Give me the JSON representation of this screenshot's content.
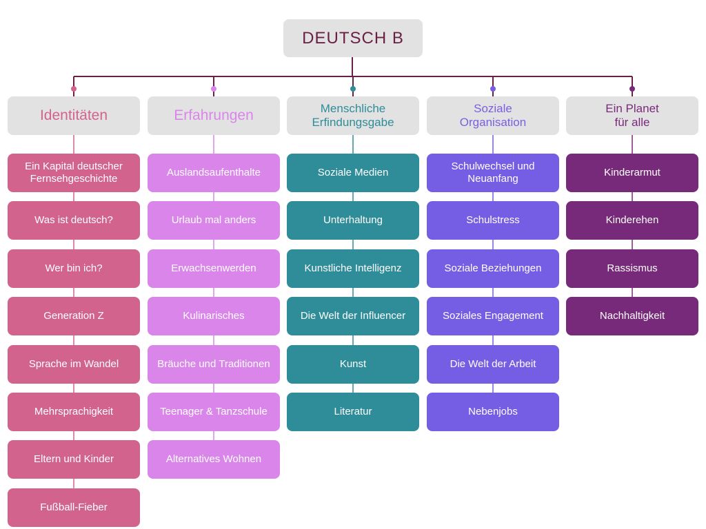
{
  "root": {
    "label": "DEUTSCH B"
  },
  "columns": [
    {
      "title": "Identitäten",
      "title_color": "#d2638c",
      "box_color": "#d2638c",
      "items": [
        "Ein Kapital deutscher\nFernsehgeschichte",
        "Was ist deutsch?",
        "Wer bin ich?",
        "Generation Z",
        "Sprache im Wandel",
        "Mehrsprachigkeit",
        "Eltern und Kinder",
        "Fußball-Fieber"
      ]
    },
    {
      "title": "Erfahrungen",
      "title_color": "#da85ea",
      "box_color": "#da85ea",
      "items": [
        "Auslandsaufenthalte",
        "Urlaub mal anders",
        "Erwachsenwerden",
        "Kulinarisches",
        "Bräuche und Traditionen",
        "Teenager & Tanzschule",
        "Alternatives Wohnen"
      ]
    },
    {
      "title": "Menschliche\nErfindungsgabe",
      "title_color": "#2e8d99",
      "box_color": "#2e8d99",
      "items": [
        "Soziale Medien",
        "Unterhaltung",
        "Kunstliche Intelligenz",
        "Die Welt der Influencer",
        "Kunst",
        "Literatur"
      ]
    },
    {
      "title": "Soziale\nOrganisation",
      "title_color": "#7a5fe0",
      "box_color": "#755ee4",
      "items": [
        "Schulwechsel und\nNeuanfang",
        "Schulstress",
        "Soziale Beziehungen",
        "Soziales Engagement",
        "Die Welt der Arbeit",
        "Nebenjobs"
      ]
    },
    {
      "title": "Ein Planet\nfür alle",
      "title_color": "#7a2a7c",
      "box_color": "#772a79",
      "items": [
        "Kinderarmut",
        "Kinderehen",
        "Rassismus",
        "Nachhaltigkeit"
      ]
    }
  ],
  "connector_color": "#6a1f45"
}
